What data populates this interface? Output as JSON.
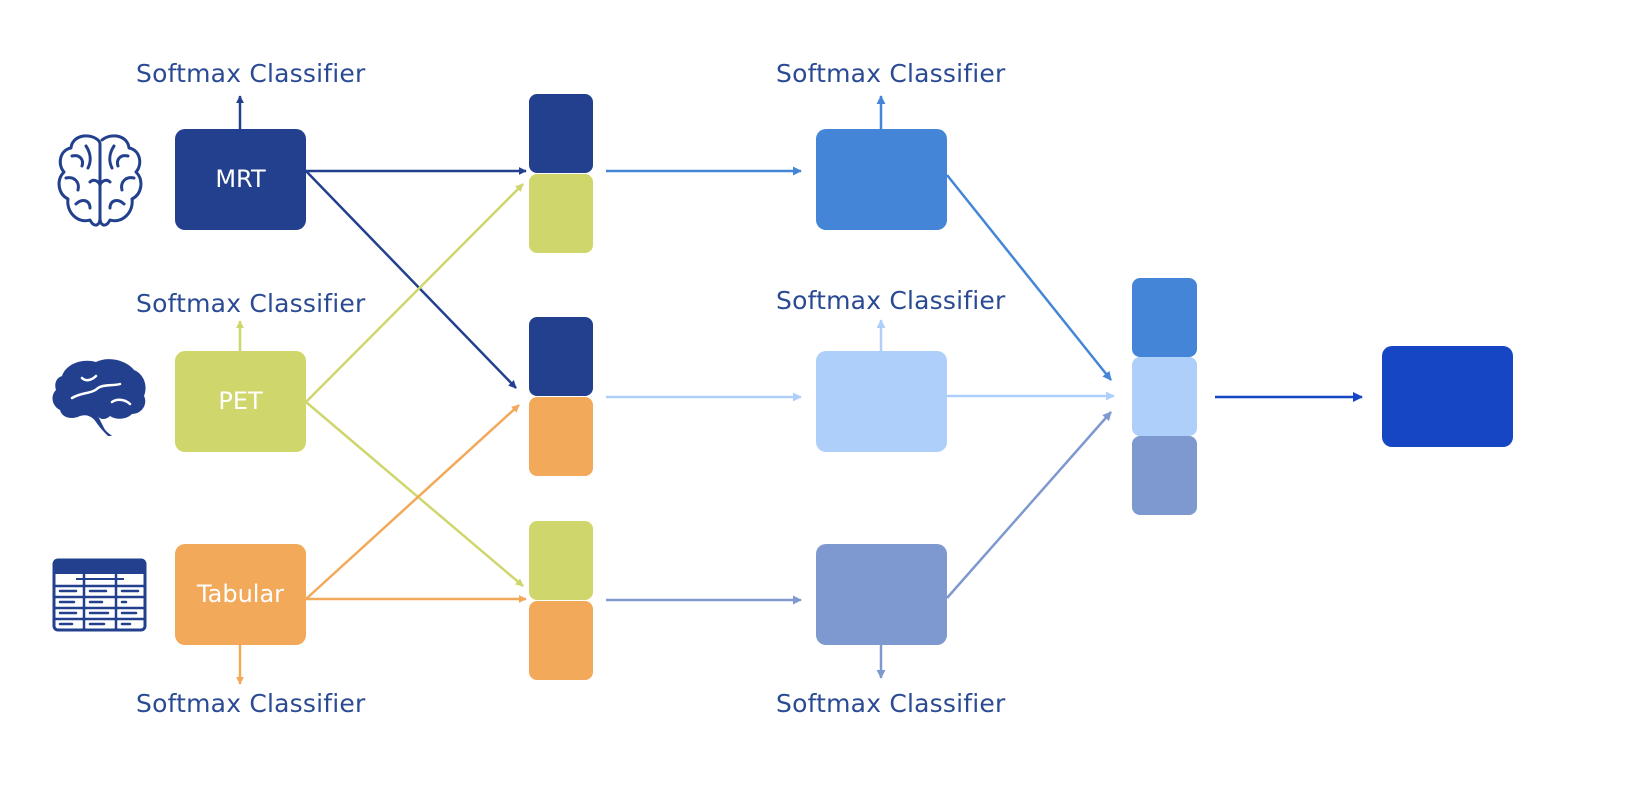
{
  "colors": {
    "mrt": "#22408e",
    "pet": "#cfd66c",
    "tabular": "#f2a95a",
    "fused_mrt_pet": "#4585d7",
    "fused_mrt_tab": "#aecffa",
    "fused_pet_tab": "#7e99d0",
    "final": "#1746c4",
    "label_text": "#2a4a93"
  },
  "icons": [
    "brain-outline-icon",
    "brain-solid-icon",
    "table-icon"
  ],
  "modalities": [
    {
      "name": "mrt",
      "label": "MRT"
    },
    {
      "name": "pet",
      "label": "PET"
    },
    {
      "name": "tabular",
      "label": "Tabular"
    }
  ],
  "labels": {
    "mrt_classifier": "Softmax Classifier",
    "pet_classifier": "Softmax Classifier",
    "tabular_classifier": "Softmax Classifier",
    "fused_top_classifier": "Softmax Classifier",
    "fused_mid_classifier": "Softmax Classifier",
    "fused_bottom_classifier": "Softmax Classifier"
  }
}
